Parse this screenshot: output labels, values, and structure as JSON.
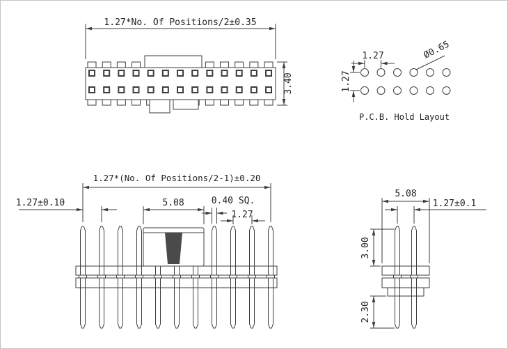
{
  "drawing": {
    "top_view": {
      "dim_length": "1.27*No. Of Positions/2±0.35",
      "dim_height": "3.40",
      "positions_per_row": 13,
      "rows": 2
    },
    "pcb_layout": {
      "caption": "P.C.B. Hold Layout",
      "dim_pitch_horizontal": "1.27",
      "dim_pitch_vertical": "1.27",
      "dim_hole_diameter": "Ø0.65",
      "hole_columns": 6,
      "hole_rows": 2
    },
    "front_view": {
      "dim_span": "1.27*(No. Of Positions/2-1)±0.20",
      "dim_pitch": "1.27±0.10",
      "dim_center_width": "5.08",
      "dim_pin_size": "0.40 SQ.",
      "dim_pitch_right": "1.27",
      "pin_count": 11
    },
    "end_view": {
      "dim_depth": "5.08",
      "dim_row_pitch": "1.27±0.1",
      "dim_mating_height": "3.00",
      "dim_tail_length": "2.30",
      "pin_count": 2
    },
    "colors": {
      "line": "#3d3d3d",
      "dark_fill": "#4a4a4a",
      "background": "#ffffff"
    }
  }
}
